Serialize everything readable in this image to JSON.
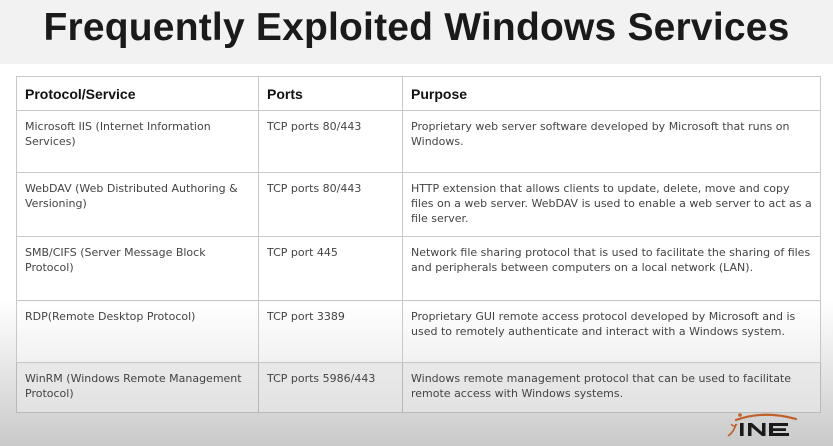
{
  "slide": {
    "title": "Frequently Exploited Windows Services"
  },
  "table": {
    "headers": [
      "Protocol/Service",
      "Ports",
      "Purpose"
    ],
    "rows": [
      {
        "service": "Microsoft IIS (Internet Information Services)",
        "ports": "TCP ports 80/443",
        "purpose": "Proprietary web server software developed by Microsoft that runs on Windows."
      },
      {
        "service": "WebDAV (Web Distributed Authoring & Versioning)",
        "ports": "TCP ports 80/443",
        "purpose": "HTTP extension that allows clients to update, delete, move and copy files on a web server. WebDAV is used to enable a web server to act as a file server."
      },
      {
        "service": "SMB/CIFS (Server Message Block Protocol)",
        "ports": "TCP port 445",
        "purpose": "Network file sharing protocol that is used to facilitate the sharing of files and peripherals between computers on a local network (LAN)."
      },
      {
        "service": "RDP(Remote Desktop Protocol)",
        "ports": "TCP port 3389",
        "purpose": "Proprietary GUI remote access protocol developed by Microsoft and is used to remotely authenticate and interact with a Windows system."
      },
      {
        "service": "WinRM (Windows Remote Management Protocol)",
        "ports": "TCP ports 5986/443",
        "purpose": "Windows remote management protocol that can be used to facilitate remote access with Windows systems."
      }
    ]
  },
  "logo": {
    "text": "INE",
    "icon": "ine-logo-icon",
    "colors": {
      "arc": "#c0602a",
      "text": "#1a1a1a"
    }
  }
}
